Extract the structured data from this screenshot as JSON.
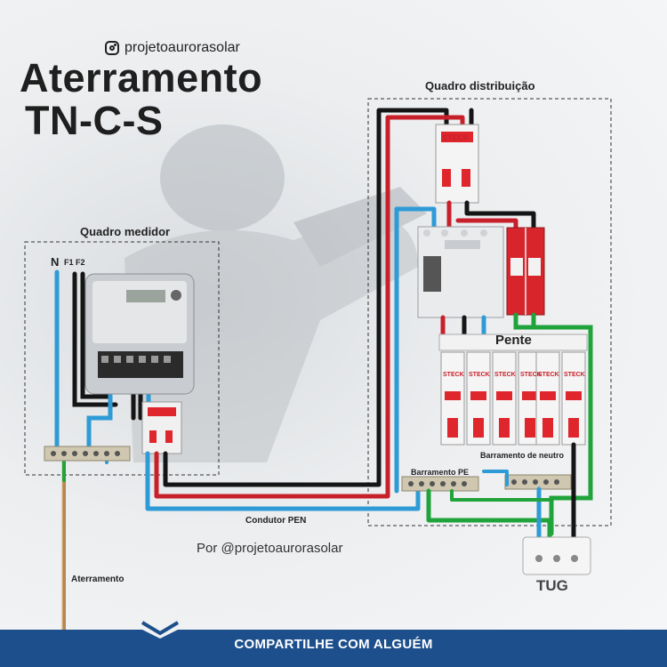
{
  "header": {
    "handle": "projetoaurorasolar",
    "title_line1": "Aterramento",
    "title_line2": "TN-C-S"
  },
  "labels": {
    "quadro_medidor": "Quadro medidor",
    "quadro_distribuicao": "Quadro distribuição",
    "n": "N",
    "f1f2": "F1 F2",
    "pente": "Pente",
    "barramento_neutro": "Barramento de neutro",
    "barramento_pe": "Barramento PE",
    "condutor_pen": "Condutor PEN",
    "aterramento": "Aterramento",
    "tug": "TUG",
    "credit": "Por @projetoaurorasolar",
    "breaker_brand": "STECK"
  },
  "footer": {
    "cta": "COMPARTILHE COM ALGUÉM"
  },
  "colors": {
    "black_wire": "#151515",
    "red_wire": "#c8202a",
    "blue_wire": "#2f9bd6",
    "green_wire": "#1fa33a",
    "footer_bg": "#1d4f8c",
    "breaker_red": "#e0262d",
    "rod_copper": "#b8864e"
  },
  "icons": {
    "social": "instagram-icon"
  }
}
